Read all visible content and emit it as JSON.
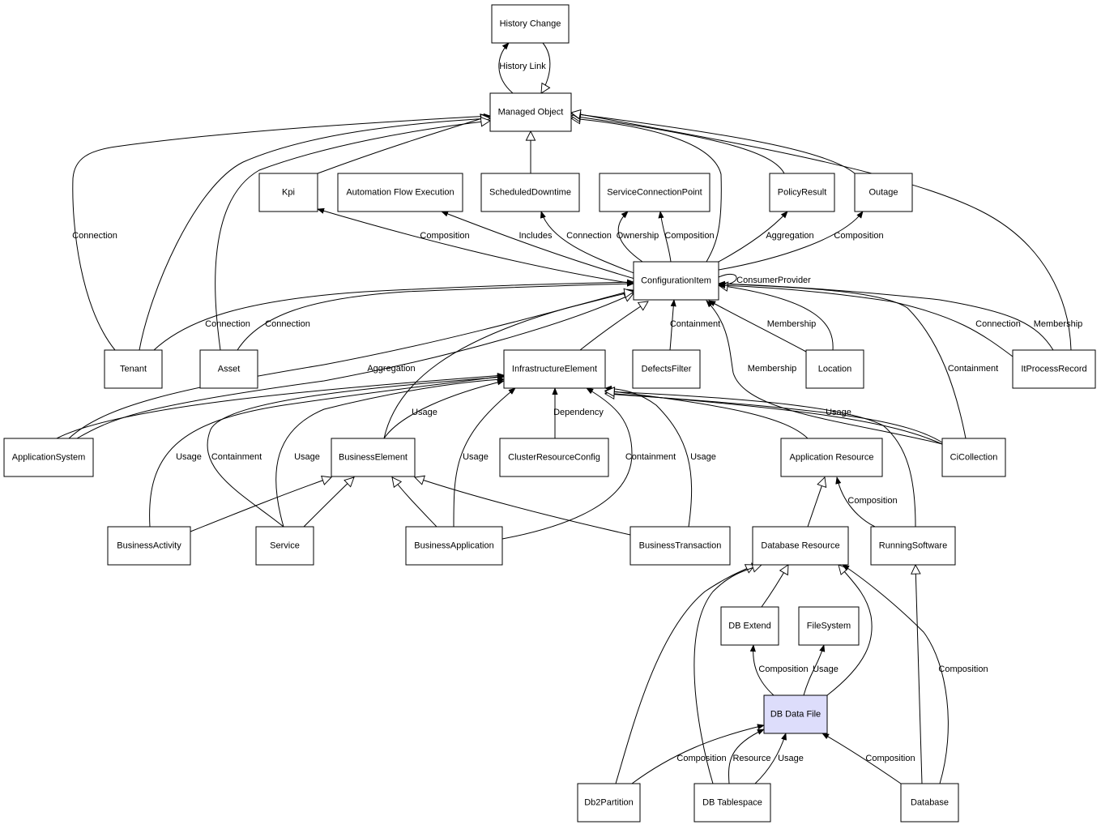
{
  "nodes": [
    {
      "id": "history_change",
      "label": "History Change"
    },
    {
      "id": "managed_object",
      "label": "Managed Object"
    },
    {
      "id": "kpi",
      "label": "Kpi"
    },
    {
      "id": "automation_flow",
      "label": "Automation Flow Execution"
    },
    {
      "id": "scheduled_downtime",
      "label": "ScheduledDowntime"
    },
    {
      "id": "service_connection_point",
      "label": "ServiceConnectionPoint"
    },
    {
      "id": "policy_result",
      "label": "PolicyResult"
    },
    {
      "id": "outage",
      "label": "Outage"
    },
    {
      "id": "configuration_item",
      "label": "ConfigurationItem"
    },
    {
      "id": "tenant",
      "label": "Tenant"
    },
    {
      "id": "asset",
      "label": "Asset"
    },
    {
      "id": "infrastructure_element",
      "label": "InfrastructureElement"
    },
    {
      "id": "defects_filter",
      "label": "DefectsFilter"
    },
    {
      "id": "location",
      "label": "Location"
    },
    {
      "id": "itprocess_record",
      "label": "ItProcessRecord"
    },
    {
      "id": "application_system",
      "label": "ApplicationSystem"
    },
    {
      "id": "business_element",
      "label": "BusinessElement"
    },
    {
      "id": "cluster_resource_config",
      "label": "ClusterResourceConfig"
    },
    {
      "id": "application_resource",
      "label": "Application Resource"
    },
    {
      "id": "ci_collection",
      "label": "CiCollection"
    },
    {
      "id": "business_activity",
      "label": "BusinessActivity"
    },
    {
      "id": "service",
      "label": "Service"
    },
    {
      "id": "business_application",
      "label": "BusinessApplication"
    },
    {
      "id": "business_transaction",
      "label": "BusinessTransaction"
    },
    {
      "id": "database_resource",
      "label": "Database Resource"
    },
    {
      "id": "running_software",
      "label": "RunningSoftware"
    },
    {
      "id": "db_extend",
      "label": "DB Extend"
    },
    {
      "id": "filesystem",
      "label": "FileSystem"
    },
    {
      "id": "db_data_file",
      "label": "DB Data File",
      "highlight": true
    },
    {
      "id": "db2_partition",
      "label": "Db2Partition"
    },
    {
      "id": "db_tablespace",
      "label": "DB Tablespace"
    },
    {
      "id": "database",
      "label": "Database"
    }
  ],
  "edges": [
    {
      "from": "managed_object",
      "to": "history_change",
      "kind": "association",
      "label": "History Link"
    },
    {
      "from": "history_change",
      "to": "managed_object",
      "kind": "inheritance",
      "label": ""
    },
    {
      "from": "kpi",
      "to": "managed_object",
      "kind": "inheritance",
      "label": ""
    },
    {
      "from": "scheduled_downtime",
      "to": "managed_object",
      "kind": "inheritance",
      "label": ""
    },
    {
      "from": "tenant",
      "to": "managed_object",
      "kind": "association",
      "label": "Connection"
    },
    {
      "from": "tenant",
      "to": "managed_object",
      "kind": "inheritance",
      "label": ""
    },
    {
      "from": "asset",
      "to": "managed_object",
      "kind": "inheritance",
      "label": ""
    },
    {
      "from": "configuration_item",
      "to": "managed_object",
      "kind": "inheritance",
      "label": ""
    },
    {
      "from": "policy_result",
      "to": "managed_object",
      "kind": "inheritance",
      "label": ""
    },
    {
      "from": "outage",
      "to": "managed_object",
      "kind": "inheritance",
      "label": ""
    },
    {
      "from": "itprocess_record",
      "to": "managed_object",
      "kind": "inheritance",
      "label": ""
    },
    {
      "from": "configuration_item",
      "to": "kpi",
      "kind": "association",
      "label": "Composition"
    },
    {
      "from": "configuration_item",
      "to": "automation_flow",
      "kind": "association",
      "label": "Includes"
    },
    {
      "from": "configuration_item",
      "to": "scheduled_downtime",
      "kind": "association",
      "label": "Connection"
    },
    {
      "from": "configuration_item",
      "to": "service_connection_point",
      "kind": "association",
      "label": "Ownership"
    },
    {
      "from": "configuration_item",
      "to": "service_connection_point",
      "kind": "association",
      "label": "Composition"
    },
    {
      "from": "configuration_item",
      "to": "policy_result",
      "kind": "association",
      "label": "Aggregation"
    },
    {
      "from": "configuration_item",
      "to": "outage",
      "kind": "association",
      "label": "Composition"
    },
    {
      "from": "configuration_item",
      "to": "configuration_item",
      "kind": "association",
      "label": "ConsumerProvider"
    },
    {
      "from": "tenant",
      "to": "configuration_item",
      "kind": "association",
      "label": "Connection"
    },
    {
      "from": "asset",
      "to": "configuration_item",
      "kind": "association",
      "label": "Connection"
    },
    {
      "from": "application_system",
      "to": "configuration_item",
      "kind": "association",
      "label": "Aggregation"
    },
    {
      "from": "application_system",
      "to": "configuration_item",
      "kind": "inheritance",
      "label": ""
    },
    {
      "from": "business_element",
      "to": "configuration_item",
      "kind": "inheritance",
      "label": ""
    },
    {
      "from": "infrastructure_element",
      "to": "configuration_item",
      "kind": "inheritance",
      "label": ""
    },
    {
      "from": "defects_filter",
      "to": "configuration_item",
      "kind": "association",
      "label": "Containment"
    },
    {
      "from": "location",
      "to": "configuration_item",
      "kind": "association",
      "label": "Membership"
    },
    {
      "from": "location",
      "to": "configuration_item",
      "kind": "inheritance",
      "label": ""
    },
    {
      "from": "ci_collection",
      "to": "configuration_item",
      "kind": "association",
      "label": "Membership"
    },
    {
      "from": "ci_collection",
      "to": "configuration_item",
      "kind": "association",
      "label": "Containment"
    },
    {
      "from": "itprocess_record",
      "to": "configuration_item",
      "kind": "association",
      "label": "Connection"
    },
    {
      "from": "itprocess_record",
      "to": "configuration_item",
      "kind": "association",
      "label": "Membership"
    },
    {
      "from": "application_system",
      "to": "infrastructure_element",
      "kind": "association",
      "label": ""
    },
    {
      "from": "business_activity",
      "to": "infrastructure_element",
      "kind": "association",
      "label": "Usage"
    },
    {
      "from": "service",
      "to": "infrastructure_element",
      "kind": "association",
      "label": "Containment"
    },
    {
      "from": "service",
      "to": "infrastructure_element",
      "kind": "association",
      "label": "Usage"
    },
    {
      "from": "business_element",
      "to": "infrastructure_element",
      "kind": "association",
      "label": "Usage"
    },
    {
      "from": "business_application",
      "to": "infrastructure_element",
      "kind": "association",
      "label": "Usage"
    },
    {
      "from": "business_application",
      "to": "infrastructure_element",
      "kind": "association",
      "label": "Containment"
    },
    {
      "from": "cluster_resource_config",
      "to": "infrastructure_element",
      "kind": "association",
      "label": "Dependency"
    },
    {
      "from": "business_transaction",
      "to": "infrastructure_element",
      "kind": "association",
      "label": "Usage"
    },
    {
      "from": "application_resource",
      "to": "infrastructure_element",
      "kind": "inheritance",
      "label": ""
    },
    {
      "from": "ci_collection",
      "to": "infrastructure_element",
      "kind": "association",
      "label": "Usage"
    },
    {
      "from": "ci_collection",
      "to": "infrastructure_element",
      "kind": "inheritance",
      "label": ""
    },
    {
      "from": "running_software",
      "to": "infrastructure_element",
      "kind": "inheritance",
      "label": ""
    },
    {
      "from": "business_activity",
      "to": "business_element",
      "kind": "inheritance",
      "label": ""
    },
    {
      "from": "service",
      "to": "business_element",
      "kind": "inheritance",
      "label": ""
    },
    {
      "from": "business_application",
      "to": "business_element",
      "kind": "inheritance",
      "label": ""
    },
    {
      "from": "business_transaction",
      "to": "business_element",
      "kind": "inheritance",
      "label": ""
    },
    {
      "from": "database_resource",
      "to": "application_resource",
      "kind": "inheritance",
      "label": ""
    },
    {
      "from": "running_software",
      "to": "application_resource",
      "kind": "association",
      "label": "Composition"
    },
    {
      "from": "db_extend",
      "to": "database_resource",
      "kind": "inheritance",
      "label": ""
    },
    {
      "from": "db2_partition",
      "to": "database_resource",
      "kind": "inheritance",
      "label": ""
    },
    {
      "from": "db_tablespace",
      "to": "database_resource",
      "kind": "inheritance",
      "label": ""
    },
    {
      "from": "db_data_file",
      "to": "database_resource",
      "kind": "inheritance",
      "label": ""
    },
    {
      "from": "database",
      "to": "database_resource",
      "kind": "association",
      "label": "Composition"
    },
    {
      "from": "database",
      "to": "running_software",
      "kind": "inheritance",
      "label": ""
    },
    {
      "from": "db_data_file",
      "to": "db_extend",
      "kind": "association",
      "label": "Composition"
    },
    {
      "from": "db_data_file",
      "to": "filesystem",
      "kind": "association",
      "label": "Usage"
    },
    {
      "from": "db2_partition",
      "to": "db_data_file",
      "kind": "association",
      "label": "Composition"
    },
    {
      "from": "db_tablespace",
      "to": "db_data_file",
      "kind": "association",
      "label": "Resource"
    },
    {
      "from": "db_tablespace",
      "to": "db_data_file",
      "kind": "association",
      "label": "Usage"
    },
    {
      "from": "database",
      "to": "db_data_file",
      "kind": "association",
      "label": "Composition"
    }
  ]
}
